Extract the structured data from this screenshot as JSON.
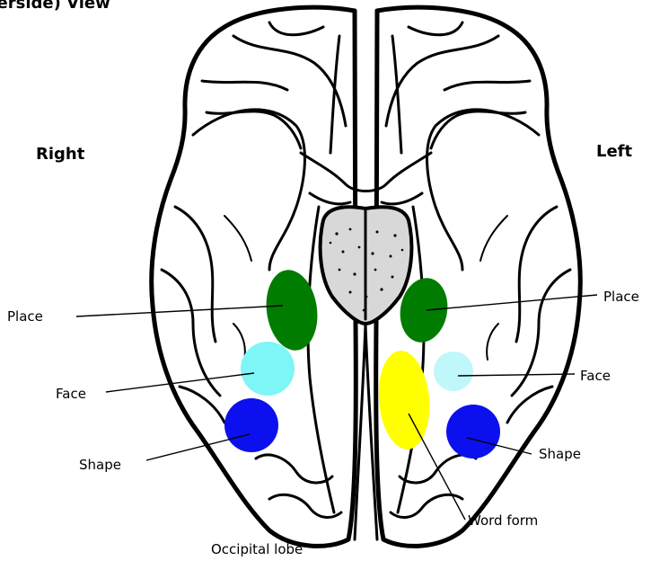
{
  "title": "(Underside) View",
  "hemisphere_labels": {
    "right": "Right",
    "left": "Left"
  },
  "regions": {
    "right": {
      "place": {
        "label": "Place",
        "color": "#007c00"
      },
      "face": {
        "label": "Face",
        "color": "#7ef5f7"
      },
      "shape": {
        "label": "Shape",
        "color": "#0c10ee"
      }
    },
    "left": {
      "place": {
        "label": "Place",
        "color": "#007c00"
      },
      "face": {
        "label": "Face",
        "color": "#bff7fb"
      },
      "shape": {
        "label": "Shape",
        "color": "#0c10ee"
      },
      "word_form": {
        "label": "Word form",
        "color": "#ffff00"
      }
    }
  },
  "bottom_label": "Occipital lobe"
}
